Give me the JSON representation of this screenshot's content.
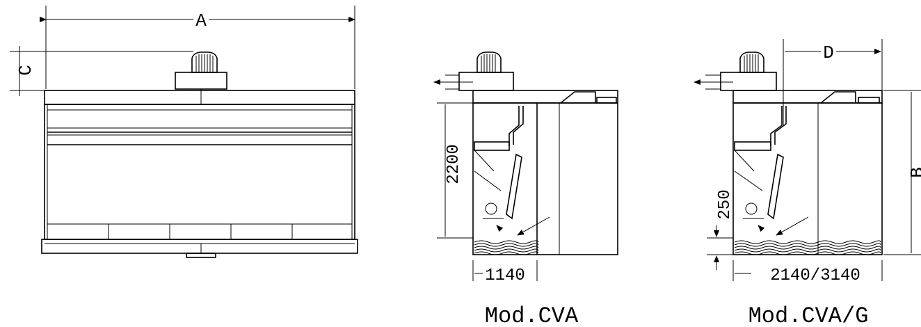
{
  "dimensions": {
    "A": "A",
    "B": "B",
    "C": "C",
    "D": "D",
    "height_cva": "2200",
    "height_cvag": "250",
    "width_cva": "1140",
    "width_cvag": "2140/3140"
  },
  "models": {
    "cva": "Mod.CVA",
    "cvag": "Mod.CVA/G"
  }
}
